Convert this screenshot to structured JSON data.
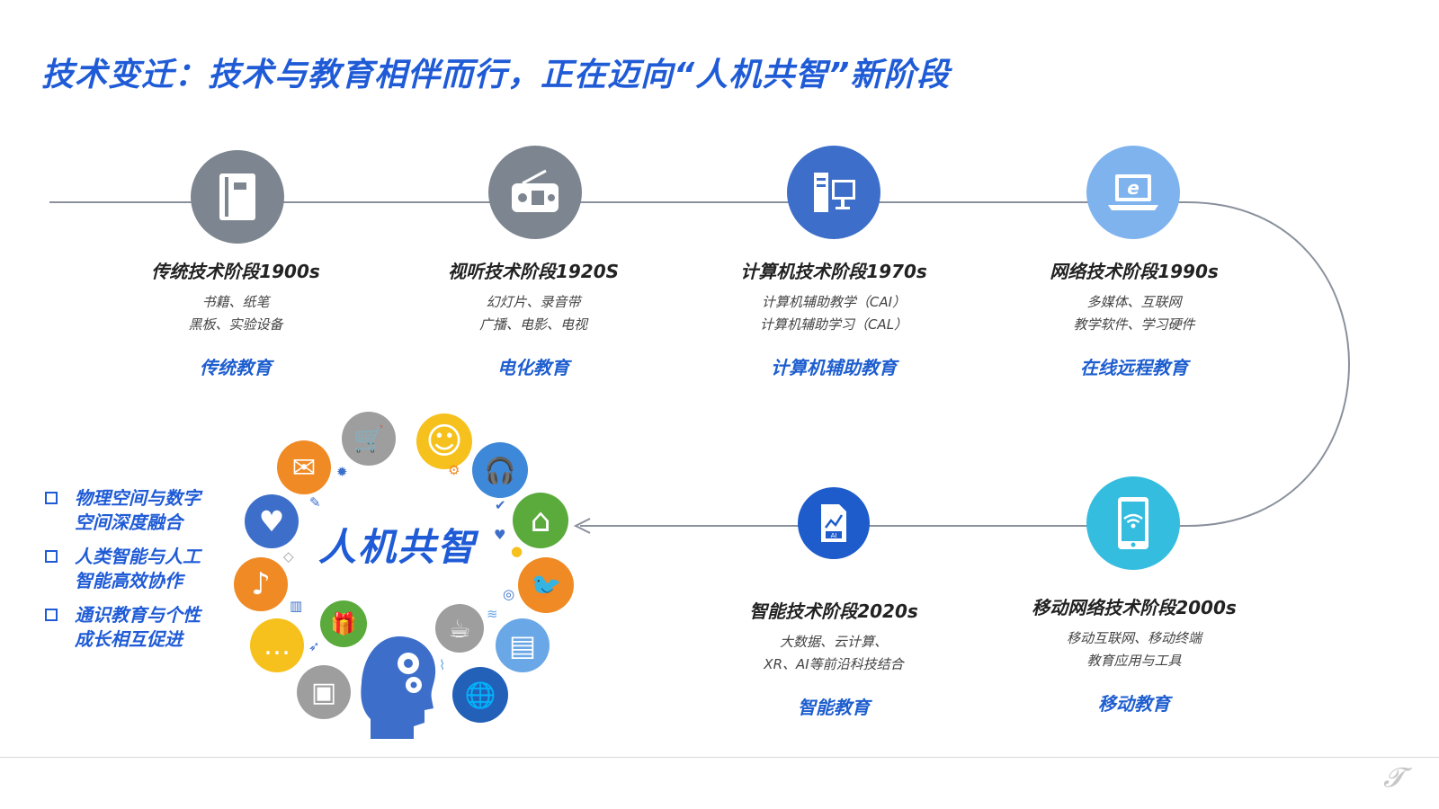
{
  "title": "技术变迁：技术与教育相伴而行，正在迈向“人机共智”新阶段",
  "colors": {
    "title_blue": "#1f5bd6",
    "edu_blue": "#1e5ecf",
    "line_gray": "#8a919c"
  },
  "stages": [
    {
      "name": "传统技术阶段1900s",
      "desc1": "书籍、纸笔",
      "desc2": "黑板、实验设备",
      "edu": "传统教育",
      "icon": "book-icon",
      "color": "#7d8690"
    },
    {
      "name": "视听技术阶段1920S",
      "desc1": "幻灯片、录音带",
      "desc2": "广播、电影、电视",
      "edu": "电化教育",
      "icon": "radio-icon",
      "color": "#7d8690"
    },
    {
      "name": "计算机技术阶段1970s",
      "desc1": "计算机辅助教学（CAI）",
      "desc2": "计算机辅助学习（CAL）",
      "edu": "计算机辅助教育",
      "icon": "computer-icon",
      "color": "#3d6fca"
    },
    {
      "name": "网络技术阶段1990s",
      "desc1": "多媒体、互联网",
      "desc2": "教学软件、学习硬件",
      "edu": "在线远程教育",
      "icon": "laptop-internet-icon",
      "color": "#7fb3ee"
    },
    {
      "name": "移动网络技术阶段2000s",
      "desc1": "移动互联网、移动终端",
      "desc2": "教育应用与工具",
      "edu": "移动教育",
      "icon": "mobile-wifi-icon",
      "color": "#35bde0"
    },
    {
      "name": "智能技术阶段2020s",
      "desc1": "大数据、云计算、",
      "desc2": "XR、AI等前沿科技结合",
      "edu": "智能教育",
      "icon": "ai-document-icon",
      "color": "#1e5ccc"
    }
  ],
  "bullets": [
    {
      "l1": "物理空间与数字",
      "l2": "空间深度融合"
    },
    {
      "l1": "人类智能与人工",
      "l2": "智能高效协作"
    },
    {
      "l1": "通识教育与个性",
      "l2": "成长相互促进"
    }
  ],
  "hub_label": "人机共智",
  "cluster_icons": [
    {
      "icon": "cart-icon",
      "color": "#9e9e9e",
      "glyph": "🛒"
    },
    {
      "icon": "smiley-icon",
      "color": "#f6c11c",
      "glyph": "☺"
    },
    {
      "icon": "headphones-icon",
      "color": "#3d88d8",
      "glyph": "🎧"
    },
    {
      "icon": "home-icon",
      "color": "#5aaa3c",
      "glyph": "⌂"
    },
    {
      "icon": "bird-icon",
      "color": "#f08a24",
      "glyph": "🐦"
    },
    {
      "icon": "notebook-icon",
      "color": "#6aa7e6",
      "glyph": "▤"
    },
    {
      "icon": "globe-icon",
      "color": "#2360b8",
      "glyph": "🌐"
    },
    {
      "icon": "coffee-icon",
      "color": "#9e9e9e",
      "glyph": "☕"
    },
    {
      "icon": "toolbox-icon",
      "color": "#9e9e9e",
      "glyph": "▣"
    },
    {
      "icon": "chat-icon",
      "color": "#f6c11c",
      "glyph": "…"
    },
    {
      "icon": "music-icon",
      "color": "#f08a24",
      "glyph": "♪"
    },
    {
      "icon": "heart-icon",
      "color": "#3d6fca",
      "glyph": "♥"
    },
    {
      "icon": "mail-icon",
      "color": "#f08a24",
      "glyph": "✉"
    },
    {
      "icon": "gift-icon",
      "color": "#5aaa3c",
      "glyph": "🎁"
    }
  ]
}
